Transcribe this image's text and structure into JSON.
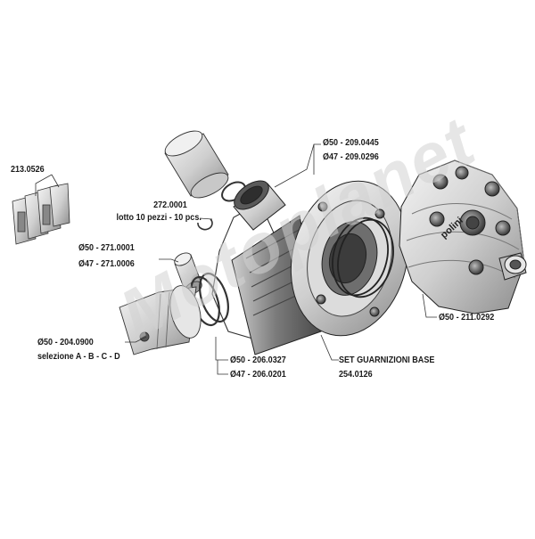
{
  "labels": {
    "reeds": "213.0526",
    "pin_code": "272.0001",
    "pin_note": "lotto 10 pezzi - 10 pcs.",
    "bearing_50": "Ø50 - 271.0001",
    "bearing_47": "Ø47 - 271.0006",
    "piston_50": "Ø50 - 204.0900",
    "piston_sel": "selezione A - B - C - D",
    "cyl_50": "Ø50 - 206.0327",
    "cyl_47": "Ø47 - 206.0201",
    "gasket_title": "SET GUARNIZIONI BASE",
    "gasket_code": "254.0126",
    "ring_50": "Ø50 - 209.0445",
    "ring_47": "Ø47 - 209.0296",
    "head_50": "Ø50 - 211.0292"
  },
  "head_brand": "polini",
  "watermark": "Motoplanet"
}
